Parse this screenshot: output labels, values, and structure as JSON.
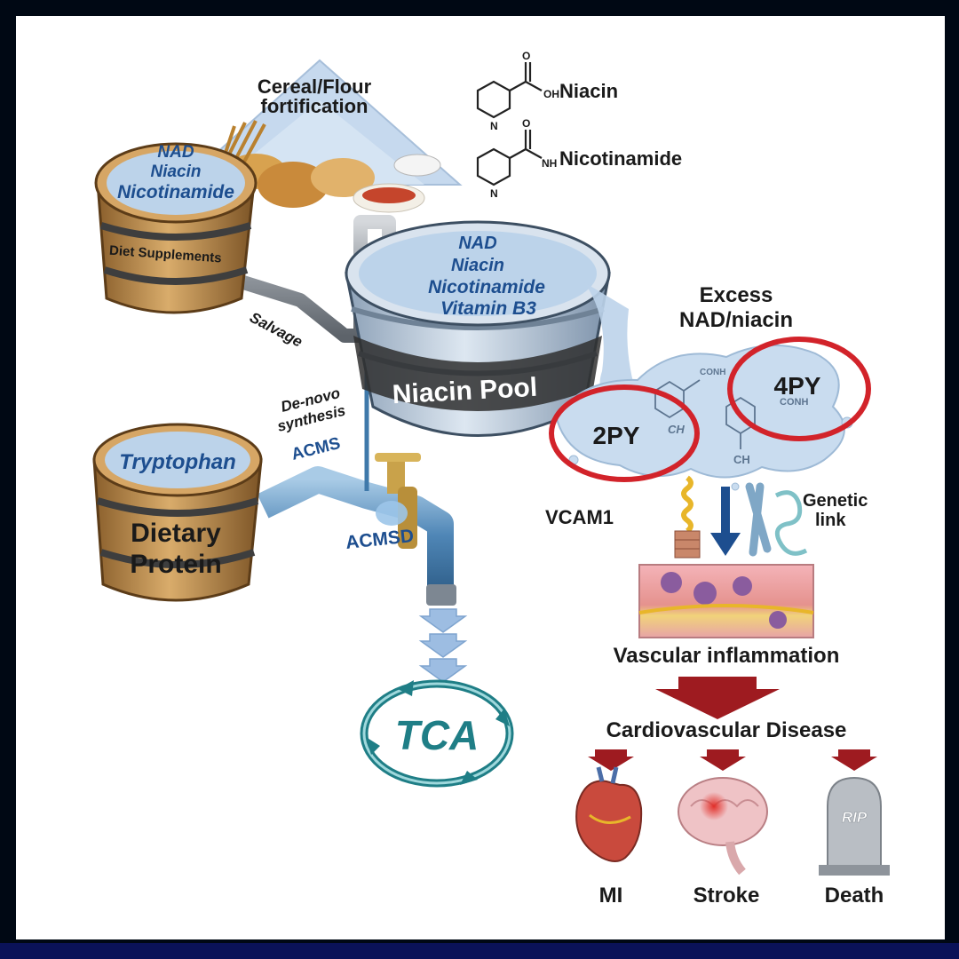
{
  "fortification": {
    "line1": "Cereal/Flour",
    "line2": "fortification"
  },
  "chemicals": {
    "niacin": "Niacin",
    "nicotinamide": "Nicotinamide",
    "oh": "OH",
    "nh2": "NH",
    "o1": "O",
    "o2": "O",
    "n1": "N",
    "n2": "N"
  },
  "supplement_barrel": {
    "line1": "NAD",
    "line2": "Niacin",
    "line3": "Nicotinamide",
    "band": "Diet Supplements"
  },
  "pool": {
    "line1": "NAD",
    "line2": "Niacin",
    "line3": "Nicotinamide",
    "line4": "Vitamin B3",
    "label": "Niacin Pool"
  },
  "salvage": "Salvage",
  "de_novo": {
    "line1": "De-novo",
    "line2": "synthesis",
    "enzyme": "ACMS"
  },
  "protein_barrel": {
    "top": "Tryptophan",
    "line1": "Dietary",
    "line2": "Protein"
  },
  "acmsd": "ACMSD",
  "tca": "TCA",
  "excess": {
    "line1": "Excess",
    "line2": "NAD/niacin"
  },
  "metabolites": {
    "py2": "2PY",
    "py4": "4PY",
    "ch3_a": "CH",
    "ch3_b": "CH",
    "conh2_a": "CONH",
    "conh2_b": "CONH"
  },
  "vcam1": "VCAM1",
  "genetic": {
    "line1": "Genetic",
    "line2": "link"
  },
  "vascular": "Vascular inflammation",
  "cvd": "Cardiovascular Disease",
  "outcomes": {
    "mi": "MI",
    "stroke": "Stroke",
    "death": "Death",
    "rip": "RIP"
  },
  "colors": {
    "water": "#bcd3ea",
    "barrel": "#c89a5c",
    "pipe": "#6ea4cc",
    "red_circle": "#d2232a",
    "dark_red": "#9e1b20",
    "tca": "#1f7e86",
    "label_blue": "#1d4e8f",
    "bar": "#0a1258"
  }
}
